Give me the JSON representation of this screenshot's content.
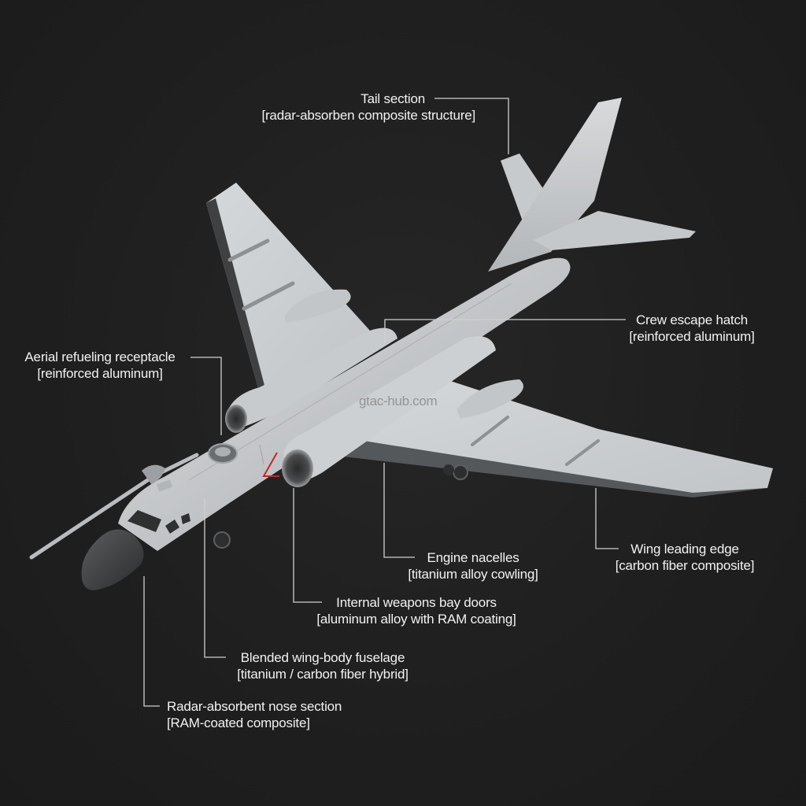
{
  "diagram": {
    "subject": "Swept-wing twin-engine bomber aircraft, 3/4 top view",
    "background_color": "#1f1f1f",
    "label_color": "#f2f2f2",
    "leader_color": "#cfcfcf",
    "aircraft_color": "#c9ccce",
    "accent_red": "#c0282d",
    "watermark": "gtac-hub.com"
  },
  "callouts": [
    {
      "id": "tail",
      "title": "Tail section",
      "material": "[radar-absorben composite structure]"
    },
    {
      "id": "refuel",
      "title": "Aerial refueling receptacle",
      "material": "[reinforced aluminum]"
    },
    {
      "id": "hatch",
      "title": "Crew escape hatch",
      "material": "[reinforced aluminum]"
    },
    {
      "id": "engine",
      "title": "Engine nacelles",
      "material": "[titanium alloy cowling]"
    },
    {
      "id": "wing",
      "title": "Wing leading edge",
      "material": "[carbon fiber composite]"
    },
    {
      "id": "bay",
      "title": "Internal weapons bay doors",
      "material": "[aluminum alloy with RAM coating]"
    },
    {
      "id": "fuselage",
      "title": "Blended wing-body fuselage",
      "material": "[titanium / carbon fiber hybrid]"
    },
    {
      "id": "nose",
      "title": "Radar-absorbent nose section",
      "material": "[RAM-coated composite]"
    }
  ]
}
